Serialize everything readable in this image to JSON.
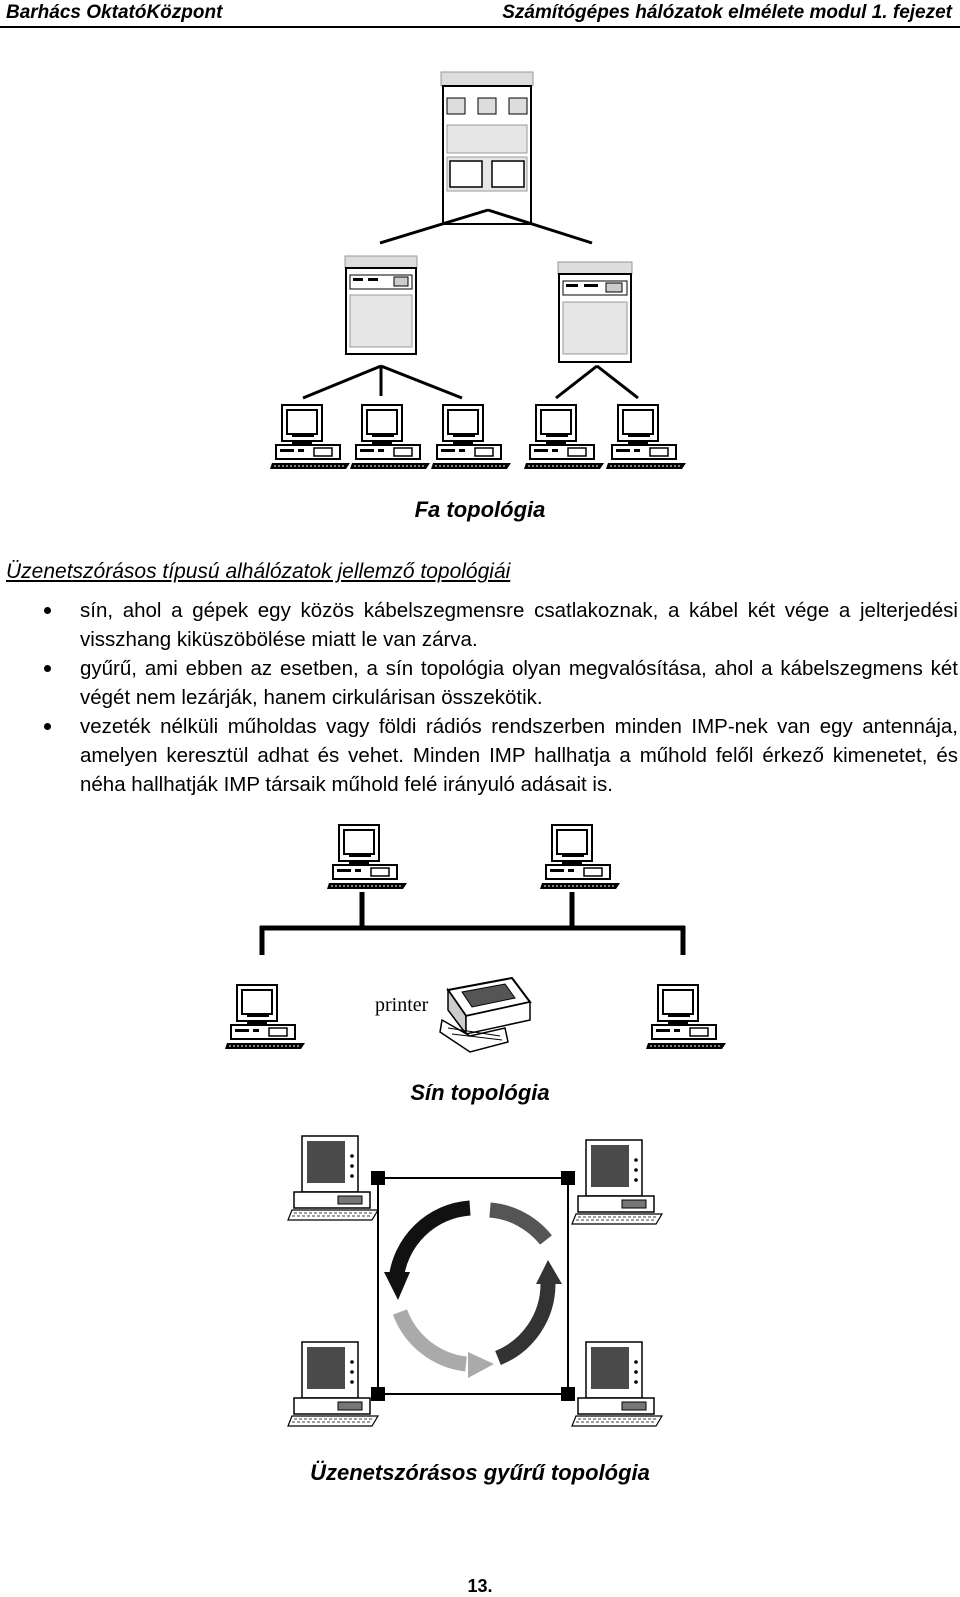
{
  "header": {
    "left": "Barhács OktatóKözpont",
    "right": "Számítógépes hálózatok elmélete modul 1. fejezet"
  },
  "figures": {
    "tree": {
      "caption": "Fa topológia"
    },
    "bus": {
      "caption": "Sín topológia",
      "printer_label": "printer"
    },
    "ring": {
      "caption": "Üzenetszórásos gyűrű topológia"
    }
  },
  "section": {
    "heading": "Üzenetszórásos típusú alhálózatok jellemző topológiái",
    "bullets": [
      "sín, ahol a gépek egy közös kábelszegmensre csatlakoznak, a kábel két vége a jelterjedési visszhang kiküszöbölése miatt le van zárva.",
      "gyűrű, ami ebben az esetben, a sín topológia olyan megvalósítása, ahol a kábelszegmens két végét nem lezárják, hanem cirkulárisan összekötik.",
      "vezeték nélküli műholdas vagy földi rádiós rendszerben minden IMP-nek van egy antennája, amelyen keresztül adhat és vehet. Minden IMP hallhatja a műhold felől érkező kimenetet, és néha hallhatják IMP társaik műhold felé irányuló adásait is."
    ]
  },
  "footer": {
    "page_number": "13."
  }
}
